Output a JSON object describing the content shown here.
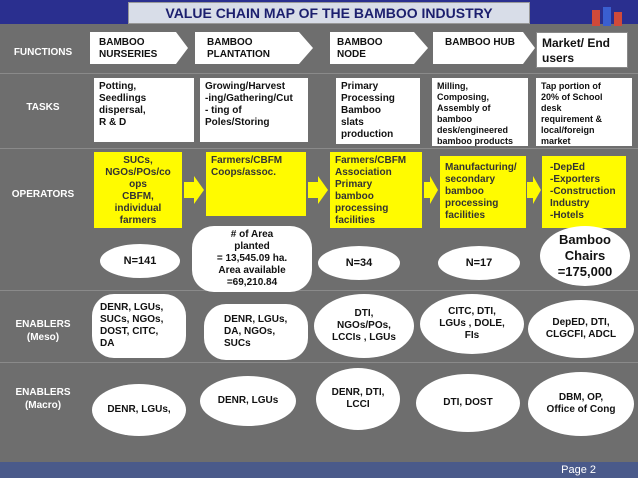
{
  "title": "VALUE CHAIN MAP OF THE BAMBOO INDUSTRY",
  "row_labels": {
    "functions": "FUNCTIONS",
    "tasks": "TASKS",
    "operators": "OPERATORS",
    "enablers_meso": "ENABLERS\n(Meso)",
    "enablers_macro": "ENABLERS\n(Macro)"
  },
  "functions": [
    "BAMBOO\nNURSERIES",
    "BAMBOO\nPLANTATION",
    "BAMBOO\nNODE",
    "BAMBOO HUB",
    "Market/ End\nusers"
  ],
  "tasks": [
    "Potting,\nSeedlings\ndispersal,\nR & D",
    "Growing/Harvest\n-ing/Gathering/Cut\n- ting of\nPoles/Storing",
    "Primary\nProcessing\nBamboo\nslats\nproduction",
    "Milling,\nComposing,\nAssembly of\nbamboo\ndesk/engineered\nbamboo products",
    "Tap portion of\n20% of School\ndesk\nrequirement  &\nlocal/foreign\nmarket"
  ],
  "operators": [
    "SUCs,\nNGOs/POs/co\nops\nCBFM,\nindividual\nfarmers",
    "Farmers/CBFM\nCoops/assoc.",
    "Farmers/CBFM\nAssociation\nPrimary\nbamboo\nprocessing\nfacilities",
    "Manufacturing/\nsecondary\nbamboo\nprocessing\nfacilities",
    "-DepEd\n-Exporters\n-Construction\nIndustry\n-Hotels"
  ],
  "counts": [
    "N=141",
    "# of Area\nplanted\n= 13,545.09 ha.\nArea available\n=69,210.84",
    "N=34",
    "N=17",
    "Bamboo\nChairs\n=175,000"
  ],
  "enablers_meso": [
    "DENR, LGUs,\nSUCs,  NGOs,\nDOST, CITC,\nDA",
    "DENR, LGUs,\nDA, NGOs,\nSUCs",
    "DTI,\nNGOs/POs,\nLCCIs , LGUs",
    "CITC, DTI,\nLGUs , DOLE,\nFIs",
    "DepED,  DTI,\nCLGCFI, ADCL"
  ],
  "enablers_macro": [
    "DENR, LGUs,",
    "DENR, LGUs",
    "DENR, DTI,\nLCCI",
    "DTI, DOST",
    "DBM,  OP,\nOffice of Cong"
  ],
  "page": "Page 2",
  "colors": {
    "background": "#6e6e6e",
    "yellow": "#fffb00",
    "title_bg": "#d8dde8",
    "title_text": "#1c1f6e",
    "top_bar": "#2a2f8f"
  },
  "icons": [
    "logo-icon"
  ]
}
